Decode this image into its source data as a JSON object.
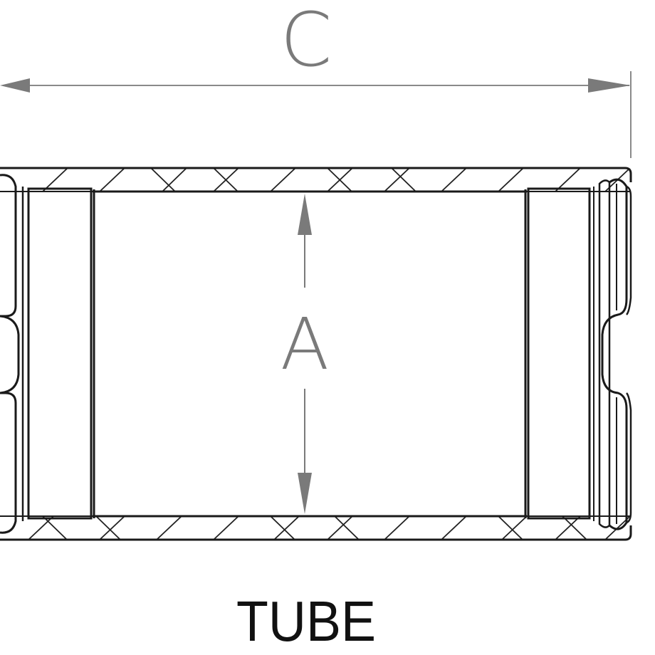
{
  "labels": {
    "dimension_c": "C",
    "dimension_a": "A",
    "part_name": "TUBE"
  },
  "colors": {
    "outline": "#1a1a1a",
    "dimension": "#7a7a7a",
    "hatch": "#1a1a1a",
    "background": "#ffffff"
  }
}
